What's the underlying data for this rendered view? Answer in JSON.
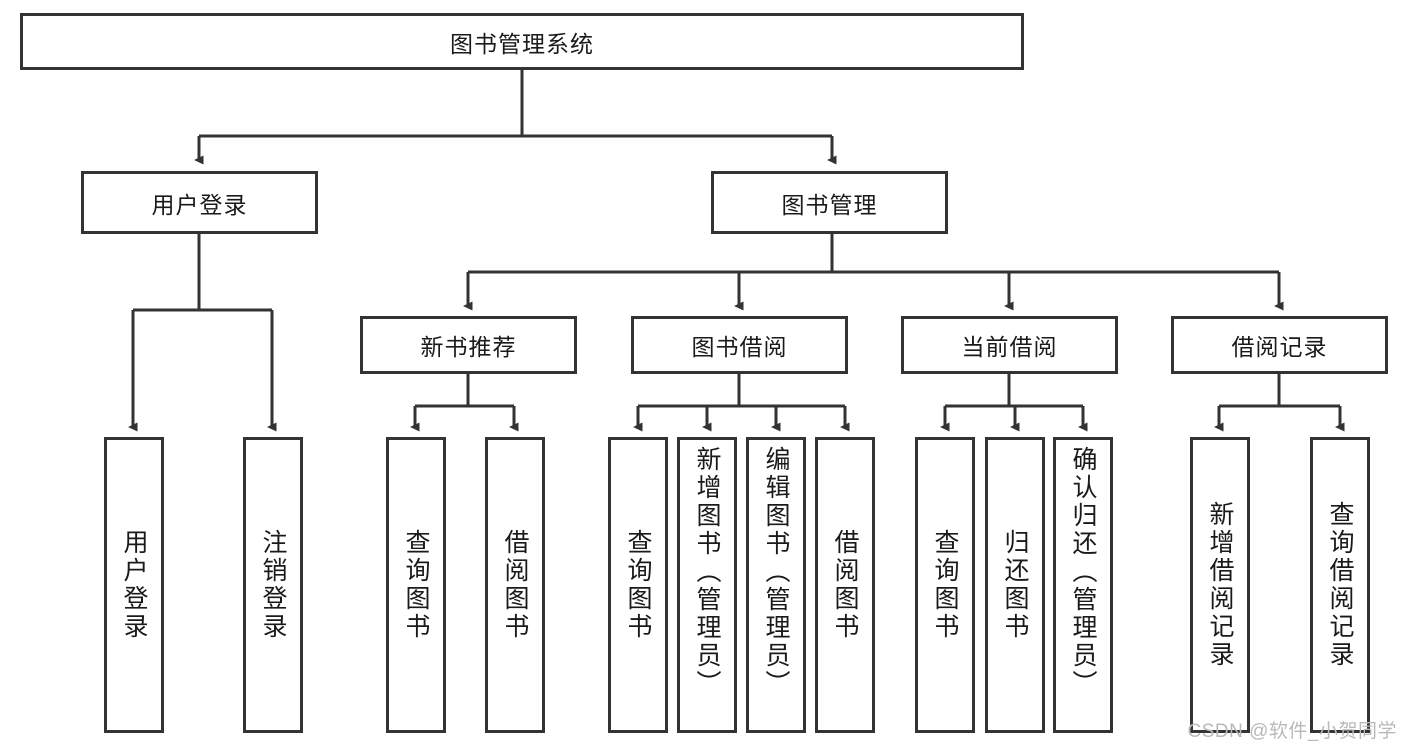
{
  "diagram": {
    "title": "图书管理系统",
    "type": "tree-hierarchy-diagram",
    "colors": {
      "node_border": "#333333",
      "node_fill": "#ffffff",
      "edge": "#333333",
      "text": "#1a1a1a",
      "watermark": "#b9b9b9",
      "background": "#ffffff"
    },
    "levels": {
      "root": {
        "label": "图书管理系统"
      },
      "level2": [
        {
          "label": "用户登录"
        },
        {
          "label": "图书管理"
        }
      ],
      "level3": [
        {
          "label": "新书推荐"
        },
        {
          "label": "图书借阅"
        },
        {
          "label": "当前借阅"
        },
        {
          "label": "借阅记录"
        }
      ],
      "leaves": {
        "user_login": [
          {
            "label": "用户登录"
          },
          {
            "label": "注销登录"
          }
        ],
        "new_book_recommend": [
          {
            "label": "查询图书"
          },
          {
            "label": "借阅图书"
          }
        ],
        "book_borrow": [
          {
            "label": "查询图书"
          },
          {
            "label": "新增图书（管理员）"
          },
          {
            "label": "编辑图书（管理员）"
          },
          {
            "label": "借阅图书"
          }
        ],
        "current_borrow": [
          {
            "label": "查询图书"
          },
          {
            "label": "归还图书"
          },
          {
            "label": "确认归还（管理员）"
          }
        ],
        "borrow_record": [
          {
            "label": "新增借阅记录"
          },
          {
            "label": "查询借阅记录"
          }
        ]
      }
    }
  },
  "watermark": {
    "text": "CSDN @软件_小贺同学"
  }
}
